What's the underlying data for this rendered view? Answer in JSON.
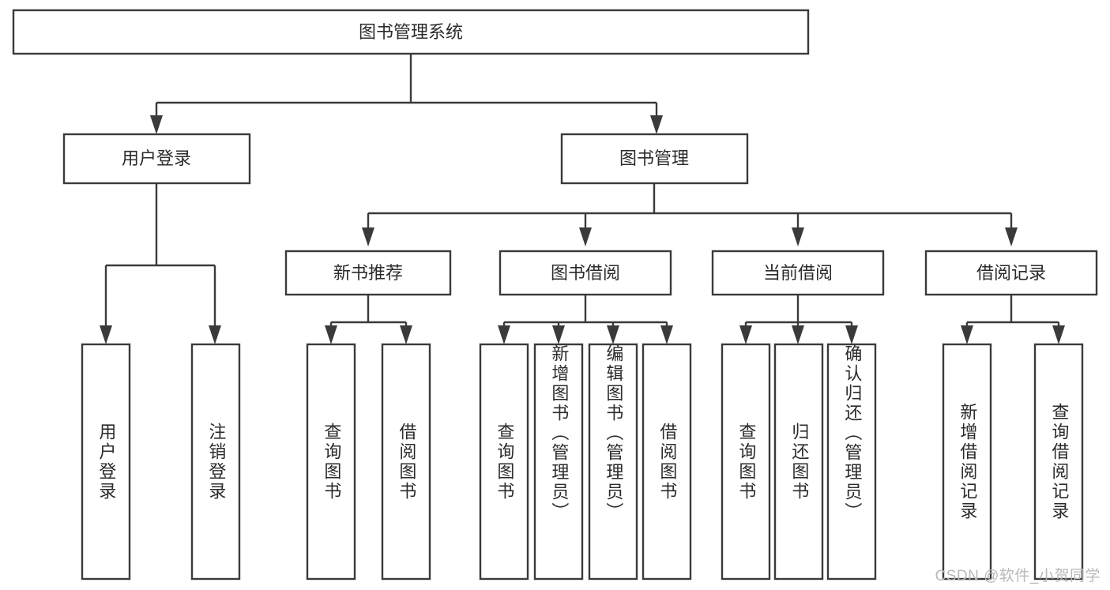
{
  "diagram": {
    "type": "tree",
    "title": "图书管理系统",
    "root": {
      "label": "图书管理系统"
    },
    "level2": [
      {
        "label": "用户登录"
      },
      {
        "label": "图书管理"
      }
    ],
    "level3": [
      {
        "label": "新书推荐"
      },
      {
        "label": "图书借阅"
      },
      {
        "label": "当前借阅"
      },
      {
        "label": "借阅记录"
      }
    ],
    "leaves": {
      "user_login": [
        {
          "label": "用户登录"
        },
        {
          "label": "注销登录"
        }
      ],
      "new_book_recommend": [
        {
          "label": "查询图书"
        },
        {
          "label": "借阅图书"
        }
      ],
      "book_borrow": [
        {
          "label": "查询图书"
        },
        {
          "label": "新增图书（管理员）"
        },
        {
          "label": "编辑图书（管理员）"
        },
        {
          "label": "借阅图书"
        }
      ],
      "current_borrow": [
        {
          "label": "查询图书"
        },
        {
          "label": "归还图书"
        },
        {
          "label": "确认归还（管理员）"
        }
      ],
      "borrow_record": [
        {
          "label": "新增借阅记录"
        },
        {
          "label": "查询借阅记录"
        }
      ]
    }
  },
  "watermark": {
    "text": "CSDN @软件_小贺同学"
  },
  "colors": {
    "stroke": "#3a3a3a",
    "box_fill": "#ffffff",
    "text": "#2b2b2b",
    "watermark": "#b9b9b9",
    "background": "#ffffff"
  }
}
